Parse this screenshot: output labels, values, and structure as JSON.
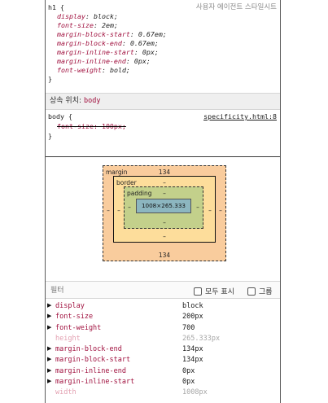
{
  "ua_rule": {
    "selector": "h1 {",
    "source": "사용자 에이전트 스타일시트",
    "declarations": [
      {
        "prop": "display",
        "value": "block;"
      },
      {
        "prop": "font-size",
        "value": "2em;"
      },
      {
        "prop": "margin-block-start",
        "value": "0.67em;"
      },
      {
        "prop": "margin-block-end",
        "value": "0.67em;"
      },
      {
        "prop": "margin-inline-start",
        "value": "0px;"
      },
      {
        "prop": "margin-inline-end",
        "value": "0px;"
      },
      {
        "prop": "font-weight",
        "value": "bold;"
      }
    ],
    "close": "}"
  },
  "inherited": {
    "label": "상속 위치:",
    "tag": "body"
  },
  "body_rule": {
    "selector": "body {",
    "source": "specificity.html:8",
    "declaration": "font-size: 100px;",
    "close": "}"
  },
  "box_model": {
    "margin_label": "margin",
    "margin_top": "134",
    "margin_bottom": "134",
    "margin_left": "–",
    "margin_right": "–",
    "border_label": "border",
    "border_top": "–",
    "border_bottom": "–",
    "border_left": "–",
    "border_right": "–",
    "padding_label": "padding",
    "padding_top": "–",
    "padding_bottom": "–",
    "padding_left": "–",
    "padding_right": "–",
    "content": "1008×265.333"
  },
  "filter": {
    "placeholder": "필터",
    "show_all": "모두 표시",
    "group": "그룹"
  },
  "computed": [
    {
      "name": "display",
      "value": "block",
      "expandable": true,
      "inherited": false
    },
    {
      "name": "font-size",
      "value": "200px",
      "expandable": true,
      "inherited": false
    },
    {
      "name": "font-weight",
      "value": "700",
      "expandable": true,
      "inherited": false
    },
    {
      "name": "height",
      "value": "265.333px",
      "expandable": false,
      "inherited": true
    },
    {
      "name": "margin-block-end",
      "value": "134px",
      "expandable": true,
      "inherited": false
    },
    {
      "name": "margin-block-start",
      "value": "134px",
      "expandable": true,
      "inherited": false
    },
    {
      "name": "margin-inline-end",
      "value": "0px",
      "expandable": true,
      "inherited": false
    },
    {
      "name": "margin-inline-start",
      "value": "0px",
      "expandable": true,
      "inherited": false
    },
    {
      "name": "width",
      "value": "1008px",
      "expandable": false,
      "inherited": true
    }
  ],
  "colors": {
    "property": "#a0103e",
    "margin_box": "#f9cc9d",
    "border_box": "#fddd9b",
    "padding_box": "#c3d08b",
    "content_box": "#8cb6c0"
  },
  "icons": {
    "expand": "triangle-right-icon"
  }
}
